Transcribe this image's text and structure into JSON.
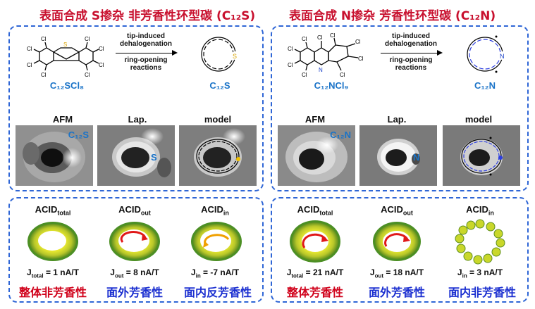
{
  "left": {
    "title": "表面合成 S掺杂 非芳香性环型碳 (C₁₂S)",
    "arrow_top": [
      "tip-induced",
      "dehalogenation"
    ],
    "arrow_bottom": [
      "ring-opening",
      "reactions"
    ],
    "precursor_formula": "C₁₂SCl₈",
    "product_formula": "C₁₂S",
    "precursor_labels": {
      "cl": "Cl",
      "s": "S"
    },
    "product_heteroatom": "S",
    "image_headers": [
      "AFM",
      "Lap.",
      "model"
    ],
    "afm_overlay": "C₁₂S",
    "lap_overlay": "S",
    "acid": [
      {
        "base": "ACID",
        "sub": "total",
        "j_base": "J",
        "j_sub": "total",
        "j_value": " = 1 nA/T",
        "verdict": "整体非芳香性",
        "verdict_color": "#d0021b"
      },
      {
        "base": "ACID",
        "sub": "out",
        "j_base": "J",
        "j_sub": "out",
        "j_value": " = 8 nA/T",
        "verdict": "面外芳香性",
        "verdict_color": "#1b2fd0"
      },
      {
        "base": "ACID",
        "sub": "in",
        "j_base": "J",
        "j_sub": "in",
        "j_value": " = -7 nA/T",
        "verdict": "面内反芳香性",
        "verdict_color": "#1b2fd0"
      }
    ]
  },
  "right": {
    "title": "表面合成 N掺杂 芳香性环型碳 (C₁₂N)",
    "arrow_top": [
      "tip-induced",
      "dehalogenation"
    ],
    "arrow_bottom": [
      "ring-opening",
      "reactions"
    ],
    "precursor_formula": "C₁₂NCl₉",
    "product_formula": "C₁₂N",
    "precursor_labels": {
      "cl": "Cl",
      "n": "N"
    },
    "product_heteroatom": "N",
    "image_headers": [
      "AFM",
      "Lap.",
      "model"
    ],
    "afm_overlay": "C₁₂N",
    "lap_overlay": "N",
    "acid": [
      {
        "base": "ACID",
        "sub": "total",
        "j_base": "J",
        "j_sub": "total",
        "j_value": " = 21 nA/T",
        "verdict": "整体芳香性",
        "verdict_color": "#d0021b"
      },
      {
        "base": "ACID",
        "sub": "out",
        "j_base": "J",
        "j_sub": "out",
        "j_value": " = 18 nA/T",
        "verdict": "面外芳香性",
        "verdict_color": "#1b2fd0"
      },
      {
        "base": "ACID",
        "sub": "in",
        "j_base": "J",
        "j_sub": "in",
        "j_value": " = 3 nA/T",
        "verdict": "面内非芳香性",
        "verdict_color": "#1b2fd0"
      }
    ]
  }
}
